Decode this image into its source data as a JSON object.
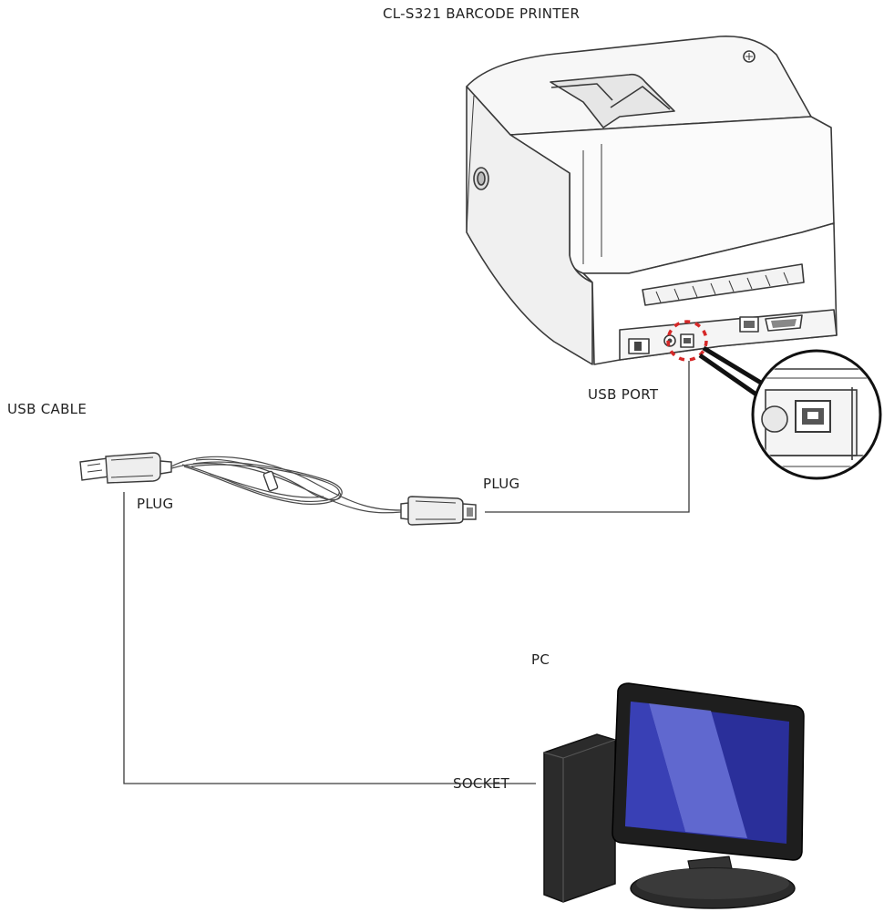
{
  "labels": {
    "printer_title": "CL-S321 BARCODE PRINTER",
    "usb_cable": "USB CABLE",
    "usb_port": "USB PORT",
    "plug_left": "PLUG",
    "plug_right": "PLUG",
    "pc": "PC",
    "socket": "SOCKET"
  },
  "colors": {
    "line": "#3a3a3a",
    "highlight": "#d62828",
    "screen": "#2a2f9a",
    "screen_glare": "#6a72d8",
    "device_dark": "#2b2b2b"
  },
  "icons": {
    "printer": "barcode-printer-icon",
    "cable": "usb-cable-icon",
    "pc": "desktop-pc-icon",
    "magnifier": "usb-port-zoom-icon"
  }
}
